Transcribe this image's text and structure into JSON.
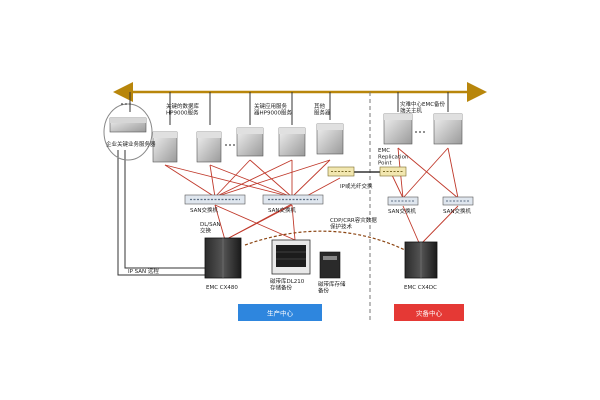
{
  "colors": {
    "backbone": "#b8860b",
    "red_link": "#c0392b",
    "blue_box": "#2e86de",
    "red_box": "#e53935",
    "dashed_divider": "#777777",
    "curve": "#8b4513",
    "link_dark": "#333333"
  },
  "labels": {
    "left_server": "企业关键业务服务器",
    "core_db_cluster": "关键的数据库\nHP9000服务",
    "app_cluster": "关键应用服务\n器HP9000服务",
    "other_servers": "其他\n服务器",
    "remote_hosts": "灾难中心EMC备份\n端关主机",
    "replication_point": "EMC\nReplication\nPoint",
    "ip_switch": "IP或光纤交换",
    "switch_left_1": "SAN交换机",
    "switch_left_2": "SAN交换机",
    "switch_right_1": "SAN交换机",
    "switch_right_2": "SAN交换机",
    "sdf_label": "CDP/CRR容灾数据\n保护技术",
    "dl_san_label": "DL/SAN\n交换",
    "ip_san_label": "IP SAN 远程",
    "storage_left": "EMC CX480",
    "tape_library": "磁带库DL210\n存储备份",
    "tape_ext": "磁带库存储\n备份",
    "storage_right": "EMC CX4DC",
    "prod_center": "生产中心",
    "dr_center": "灾备中心"
  }
}
